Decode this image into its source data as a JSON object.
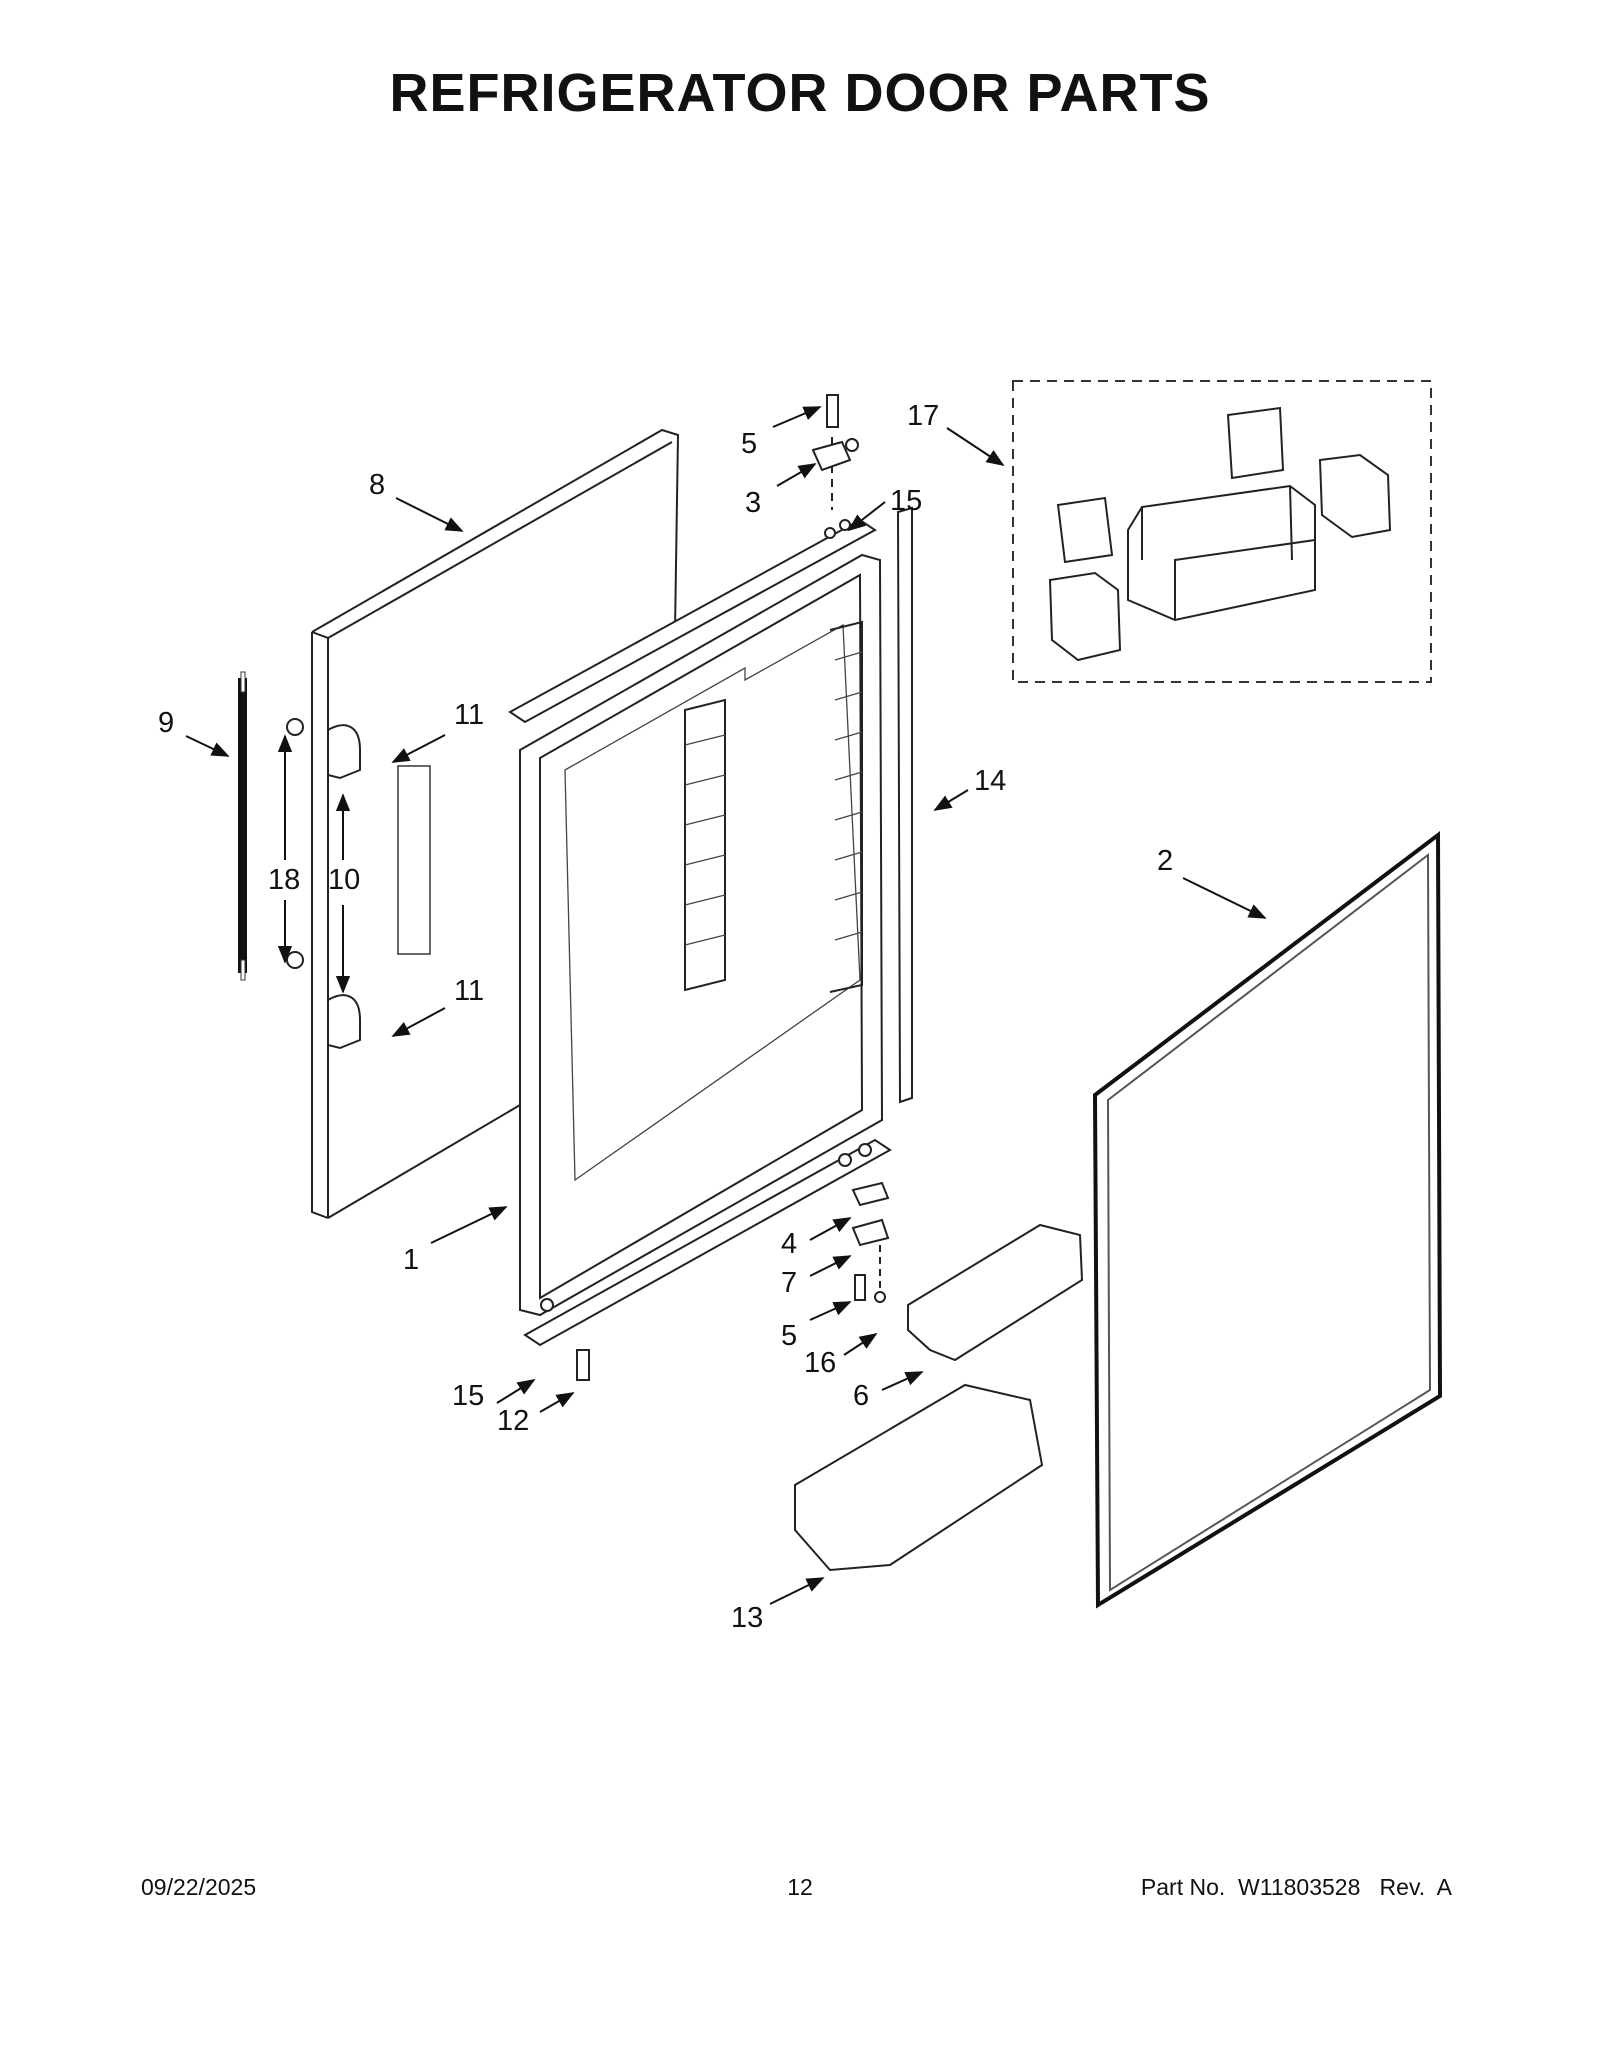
{
  "title": "REFRIGERATOR DOOR PARTS",
  "callouts": [
    {
      "id": "c-5a",
      "label": "5"
    },
    {
      "id": "c-3",
      "label": "3"
    },
    {
      "id": "c-15a",
      "label": "15"
    },
    {
      "id": "c-17",
      "label": "17"
    },
    {
      "id": "c-8",
      "label": "8"
    },
    {
      "id": "c-9",
      "label": "9"
    },
    {
      "id": "c-11a",
      "label": "11"
    },
    {
      "id": "c-18",
      "label": "18"
    },
    {
      "id": "c-10",
      "label": "10"
    },
    {
      "id": "c-11b",
      "label": "11"
    },
    {
      "id": "c-14",
      "label": "14"
    },
    {
      "id": "c-2",
      "label": "2"
    },
    {
      "id": "c-1",
      "label": "1"
    },
    {
      "id": "c-4",
      "label": "4"
    },
    {
      "id": "c-7",
      "label": "7"
    },
    {
      "id": "c-5b",
      "label": "5"
    },
    {
      "id": "c-16",
      "label": "16"
    },
    {
      "id": "c-6",
      "label": "6"
    },
    {
      "id": "c-15b",
      "label": "15"
    },
    {
      "id": "c-12",
      "label": "12"
    },
    {
      "id": "c-13",
      "label": "13"
    }
  ],
  "footer": {
    "date": "09/22/2025",
    "page": "12",
    "part_no": "Part No.  W11803528   Rev.  A"
  }
}
